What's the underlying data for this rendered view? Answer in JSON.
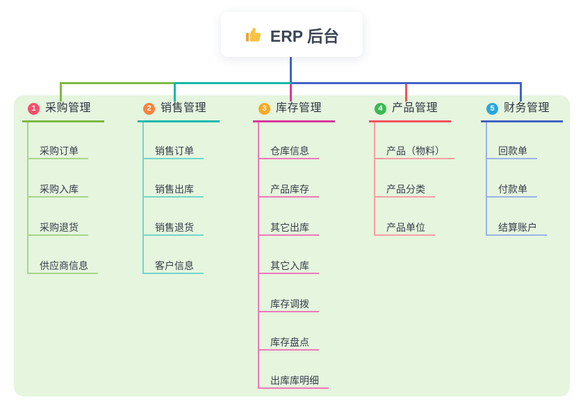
{
  "root": {
    "title": "ERP 后台",
    "icon": "thumbs-up-icon"
  },
  "branches": [
    {
      "index": "1",
      "label": "采购管理",
      "color": "#7cba45",
      "light_color": "#a9d48c",
      "badge_color": "#f4506c",
      "children": [
        "采购订单",
        "采购入库",
        "采购退货",
        "供应商信息"
      ]
    },
    {
      "index": "2",
      "label": "销售管理",
      "color": "#14b8ab",
      "light_color": "#74d5c9",
      "badge_color": "#f9823f",
      "children": [
        "销售订单",
        "销售出库",
        "销售退货",
        "客户信息"
      ]
    },
    {
      "index": "3",
      "label": "库存管理",
      "color": "#d8389c",
      "light_color": "#ef79b7",
      "badge_color": "#f9a825",
      "children": [
        "仓库信息",
        "产品库存",
        "其它出库",
        "其它入库",
        "库存调拨",
        "库存盘点",
        "出库库明细"
      ]
    },
    {
      "index": "4",
      "label": "产品管理",
      "color": "#f4515d",
      "light_color": "#f89ea4",
      "badge_color": "#3cb857",
      "children": [
        "产品（物料）",
        "产品分类",
        "产品单位"
      ]
    },
    {
      "index": "5",
      "label": "财务管理",
      "color": "#4362c6",
      "light_color": "#9cb2e5",
      "badge_color": "#2ba6dc",
      "children": [
        "回款单",
        "付款单",
        "结算账户"
      ]
    }
  ],
  "colors": {
    "panel_bg": "#e5f5de",
    "page_bg": "#ffffff",
    "stem_blue": "#4362c6",
    "text_dark": "#363d49",
    "thumb_hand": "#f6c344",
    "thumb_cuff": "#e8a33b"
  }
}
